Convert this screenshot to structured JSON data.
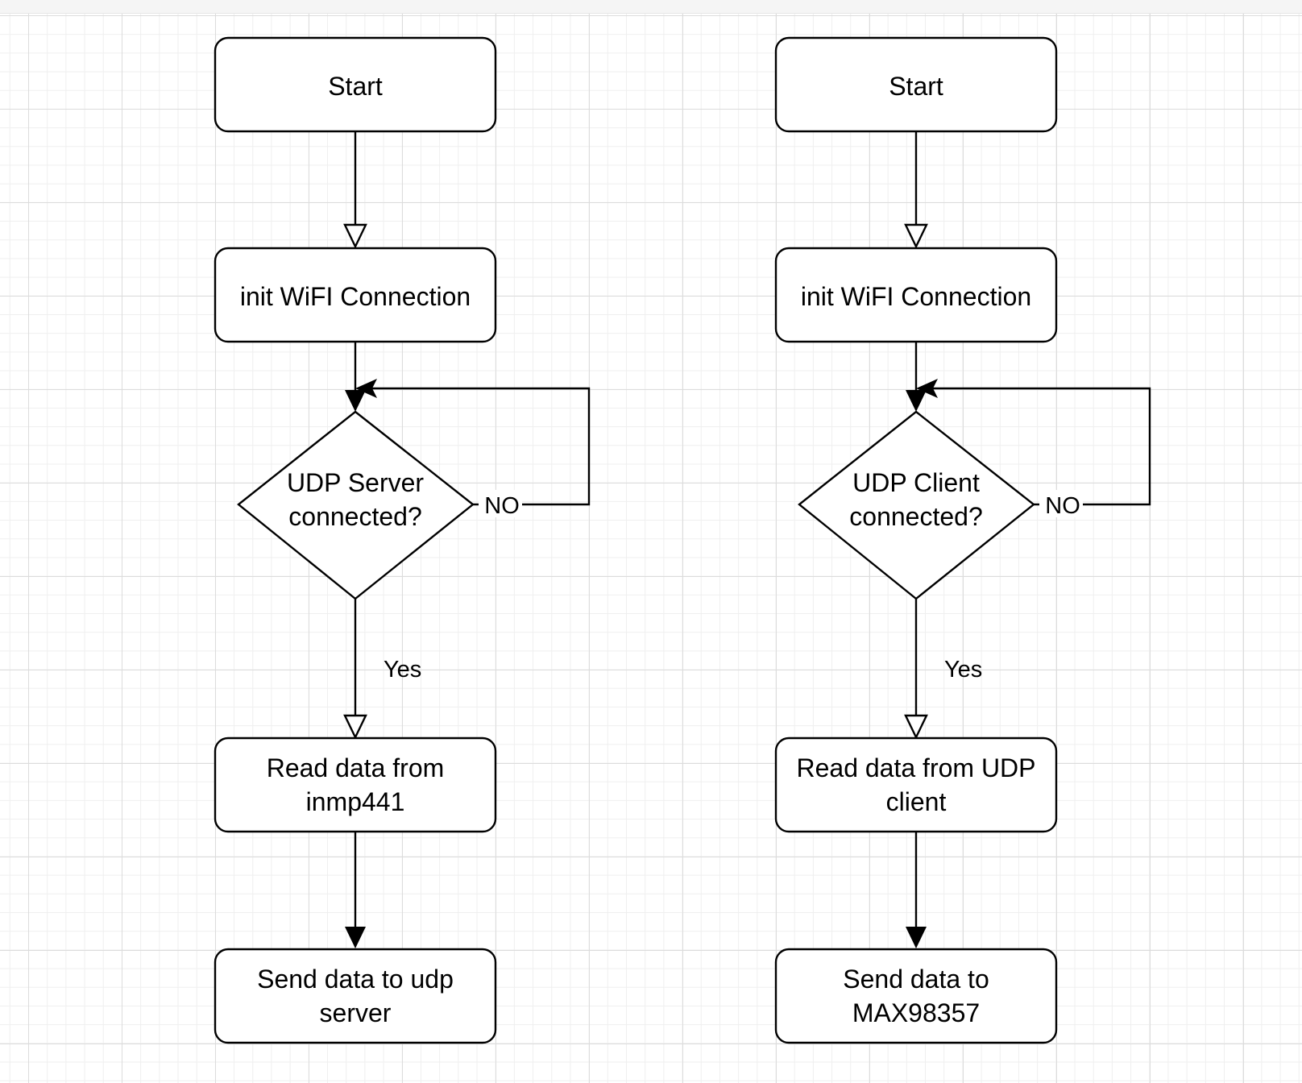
{
  "flowcharts": [
    {
      "start": "Start",
      "init": "init WiFI Connection",
      "decision": [
        "UDP Server",
        "connected?"
      ],
      "no_label": "NO",
      "yes_label": "Yes",
      "read": [
        "Read data from",
        "inmp441"
      ],
      "send": [
        "Send data to udp",
        "server"
      ]
    },
    {
      "start": "Start",
      "init": "init WiFI Connection",
      "decision": [
        "UDP Client",
        "connected?"
      ],
      "no_label": "NO",
      "yes_label": "Yes",
      "read": [
        "Read data from UDP",
        "client"
      ],
      "send": [
        "Send data to",
        "MAX98357"
      ]
    }
  ]
}
